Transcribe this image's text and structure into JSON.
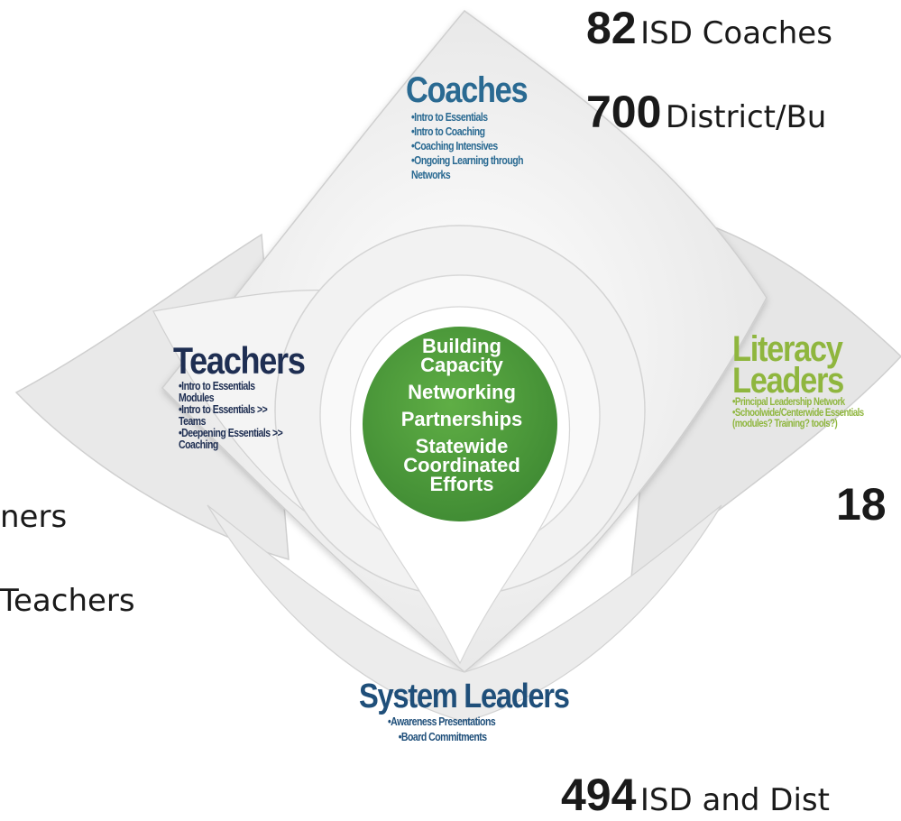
{
  "stats": {
    "isd_coaches": {
      "number": "82",
      "label": "ISD Coaches"
    },
    "district_building": {
      "number": "700",
      "label": "District/Bu"
    },
    "right_partial": {
      "number": "18"
    },
    "bottom": {
      "number": "494",
      "label": "ISD and Dist"
    },
    "left_1": {
      "label": "ners"
    },
    "left_2": {
      "label": "Teachers"
    }
  },
  "petals": {
    "coaches": {
      "title": "Coaches",
      "items": [
        "Intro to Essentials",
        "Intro to Coaching",
        "Coaching Intensives",
        "Ongoing Learning through Networks"
      ]
    },
    "teachers": {
      "title": "Teachers",
      "items": [
        "Intro to Essentials Modules",
        "Intro to Essentials >> Teams",
        "Deepening Essentials >> Coaching"
      ]
    },
    "literacy_leaders": {
      "title_line1": "Literacy",
      "title_line2": "Leaders",
      "items": [
        "Principal Leadership Network",
        "Schoolwide/Centerwide Essentials (modules? Training? tools?)"
      ]
    },
    "system_leaders": {
      "title": "System Leaders",
      "items": [
        "Awareness Presentations",
        "Board Commitments"
      ]
    }
  },
  "center": {
    "line1": "Building",
    "line2": "Capacity",
    "line3": "Networking",
    "line4": "Partnerships",
    "line5": "Statewide",
    "line6": "Coordinated",
    "line7": "Efforts"
  },
  "colors": {
    "center_green": "#4f9a3c",
    "coaches_blue": "#2a6a92",
    "teachers_navy": "#1e2e52",
    "literacy_green": "#8fb63e",
    "system_blue": "#1f4f7a"
  }
}
